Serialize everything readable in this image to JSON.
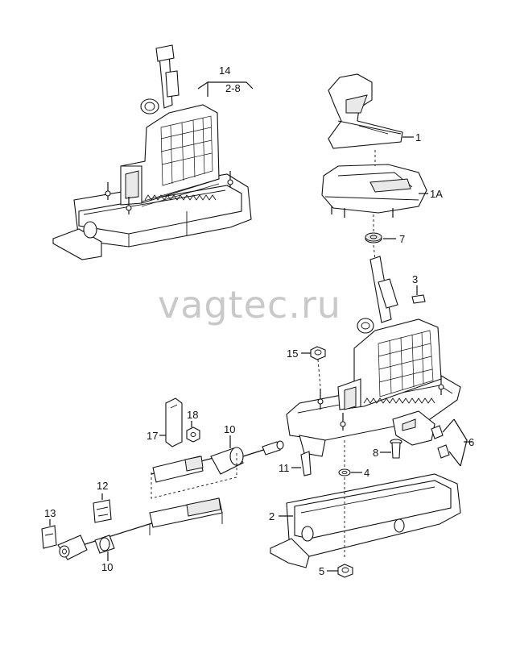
{
  "watermark": "vagtec.ru",
  "callouts": {
    "c14": "14",
    "c14_range": "2-8",
    "c1": "1",
    "c1a": "1A",
    "c7": "7",
    "c3": "3",
    "c15": "15",
    "c18": "18",
    "c17": "17",
    "c10_top": "10",
    "c6": "6",
    "c8": "8",
    "c11": "11",
    "c4": "4",
    "c12": "12",
    "c2": "2",
    "c13": "13",
    "c10_bottom": "10",
    "c5": "5"
  }
}
